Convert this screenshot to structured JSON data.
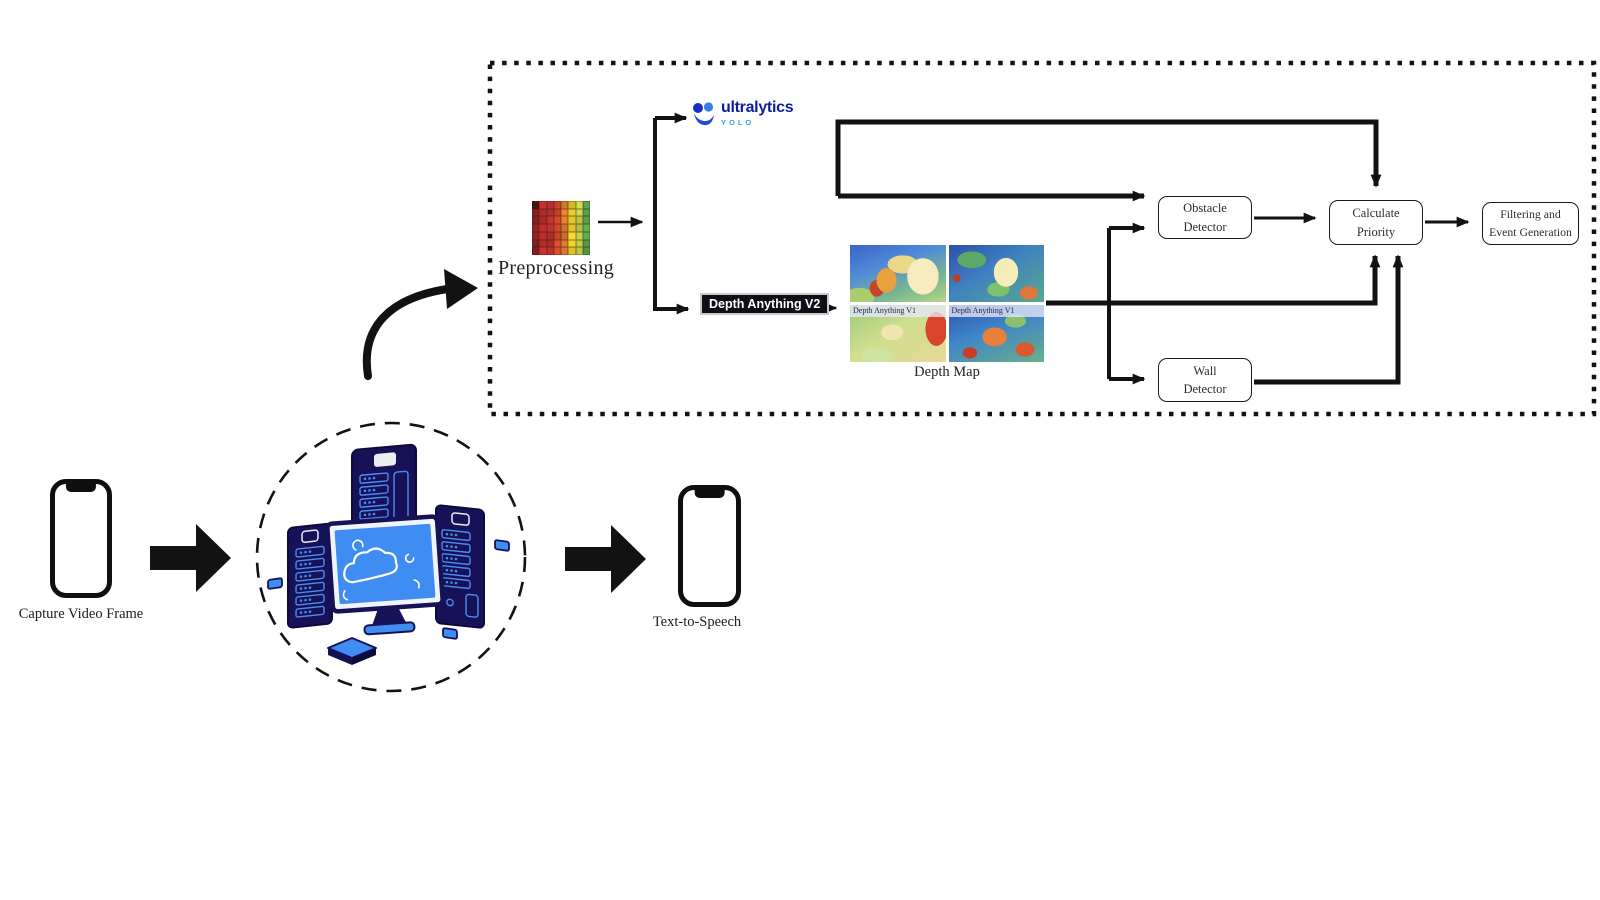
{
  "pipeline": {
    "preprocessing": {
      "label": "Preprocessing",
      "grid_columns": [
        "#8a2126",
        "#c02e2e",
        "#b83332",
        "#d44a2c",
        "#dd7e2e",
        "#e8cf2c",
        "#c2d44e",
        "#55a84e"
      ]
    },
    "yolo_logo": {
      "brand": "ultralytics",
      "model": "YOLO"
    },
    "depth_model": {
      "label": "Depth Anything V2"
    },
    "depth_map": {
      "caption": "Depth Map",
      "watermark_left": "Depth Anything V1",
      "watermark_right": "Depth Anything V1"
    },
    "nodes": {
      "obstacle": {
        "line1": "Obstacle",
        "line2": "Detector"
      },
      "calculate": {
        "line1": "Calculate",
        "line2": "Priority"
      },
      "filtering": {
        "line1": "Filtering and",
        "line2": "Event Generation"
      },
      "wall": {
        "line1": "Wall",
        "line2": "Detector"
      }
    }
  },
  "bottom_flow": {
    "capture_label": "Capture Video Frame",
    "tts_label": "Text-to-Speech"
  },
  "colors": {
    "line_black": "#121212",
    "navy": "#171257",
    "accent_blue": "#3f8df2",
    "ultralytics_blue": "#0b1f9e",
    "yolo_light_blue": "#2fa8e5"
  }
}
